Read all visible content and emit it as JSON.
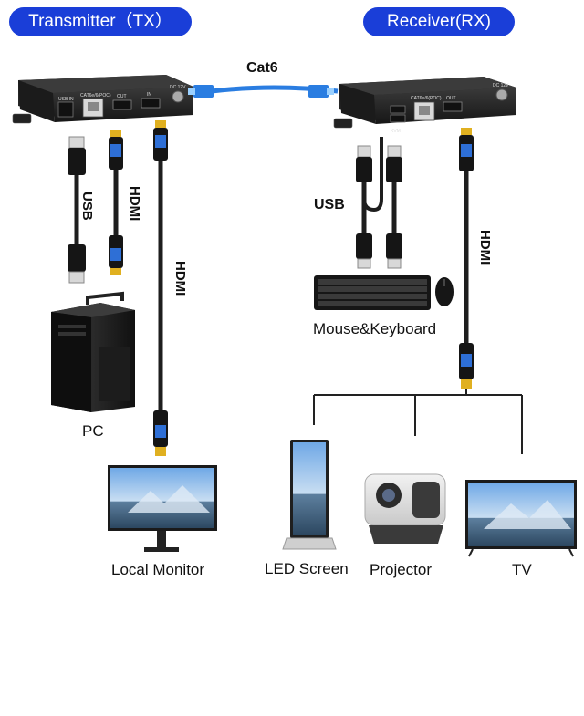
{
  "titles": {
    "transmitter": "Transmitter（TX）",
    "receiver": "Receiver(RX)"
  },
  "labels": {
    "cat6": "Cat6",
    "usb_left": "USB",
    "hdmi_left": "HDMI",
    "hdmi_long": "HDMI",
    "usb_right": "USB",
    "hdmi_right": "HDMI",
    "mouse_keyboard": "Mouse&Keyboard",
    "pc": "PC",
    "local_monitor": "Local Monitor",
    "led_screen": "LED Screen",
    "projector": "Projector",
    "tv": "TV"
  },
  "port_labels": {
    "tx_usb": "USB IN",
    "tx_lan": "CAT6e/6(POC)",
    "tx_out": "OUT",
    "tx_in": "IN",
    "tx_dc": "DC 12V",
    "rx_kvm": "KVM",
    "rx_lan": "CAT6e/6(POC)",
    "rx_out": "OUT",
    "rx_dc": "DC 12V"
  },
  "colors": {
    "pill": "#1a3ed8",
    "cable": "#1e1e1e",
    "connector_blue": "#2e6fd6",
    "gold": "#e0b020",
    "lan_blue": "#2a7de1"
  }
}
